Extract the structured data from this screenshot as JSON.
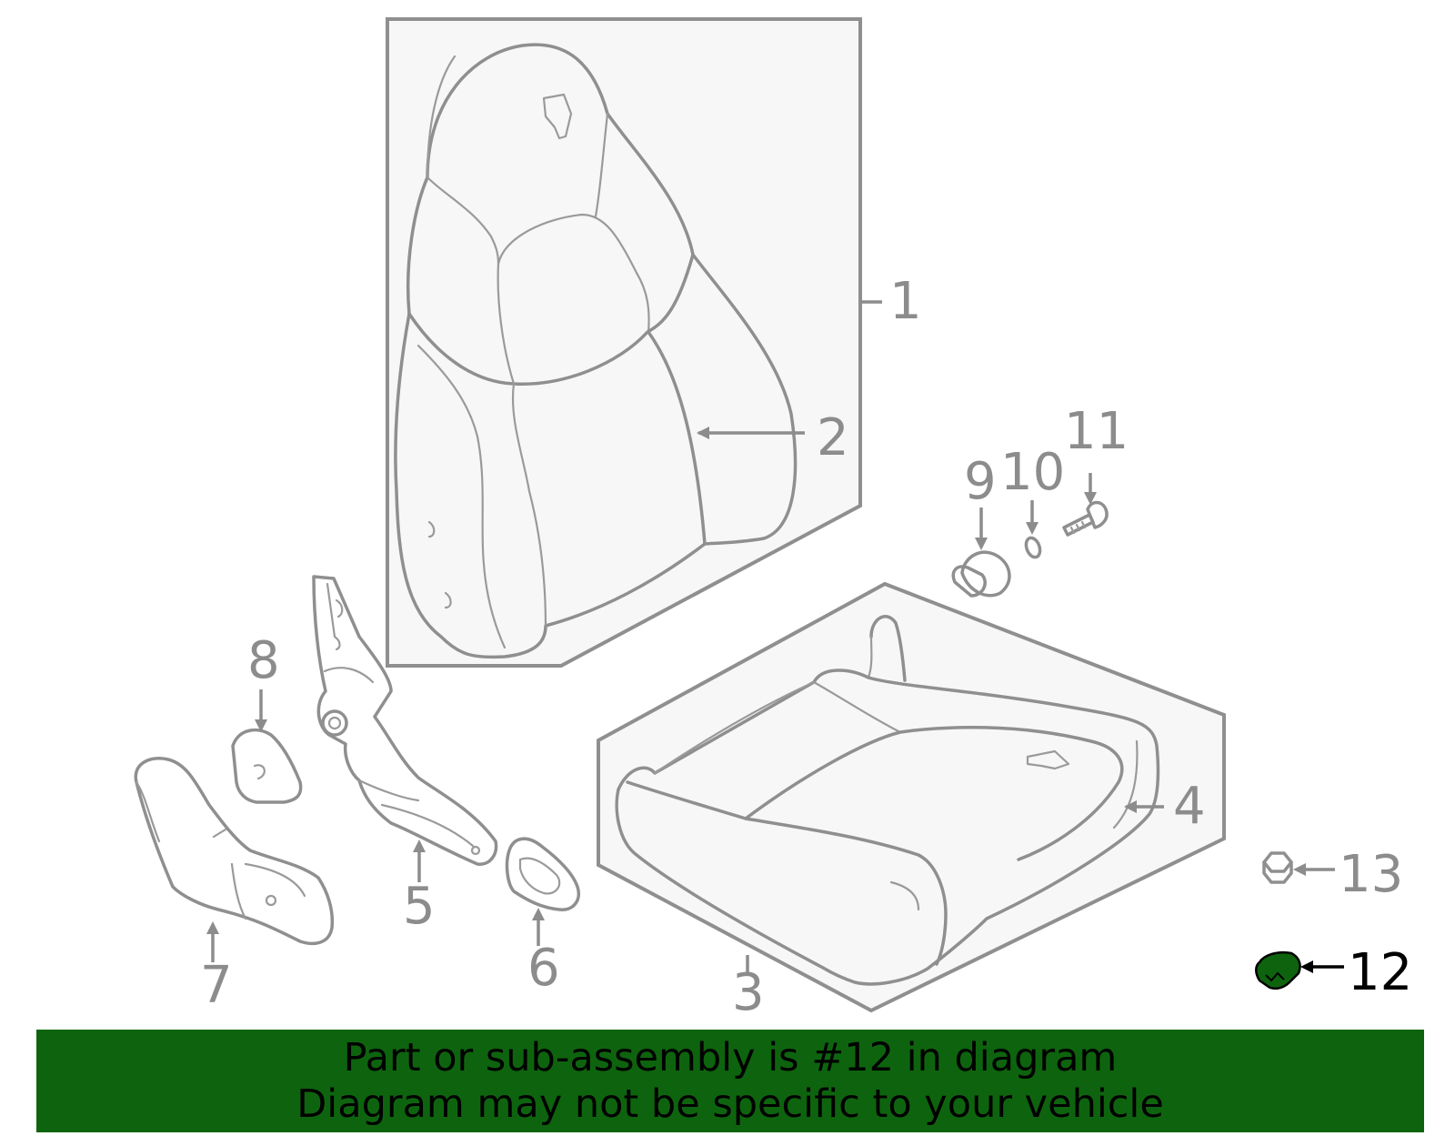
{
  "highlighted_part": "12",
  "colors": {
    "highlight": "#0e640e",
    "line": "#8f8f8f",
    "panel": "#f7f7f7"
  },
  "callouts": {
    "c1": "1",
    "c2": "2",
    "c3": "3",
    "c4": "4",
    "c5": "5",
    "c6": "6",
    "c7": "7",
    "c8": "8",
    "c9": "9",
    "c10": "10",
    "c11": "11",
    "c12": "12",
    "c13": "13"
  },
  "banner": {
    "line1": "Part or sub-assembly is #12 in diagram",
    "line2": "Diagram may not be specific to your vehicle"
  }
}
